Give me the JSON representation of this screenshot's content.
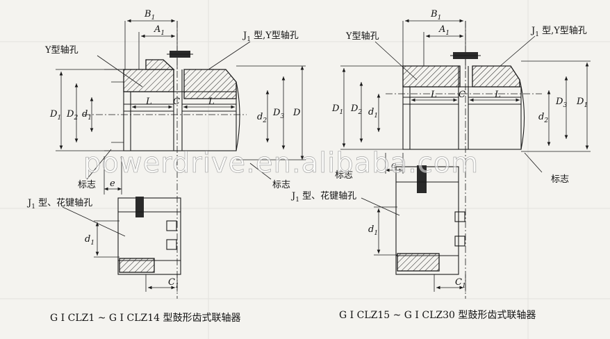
{
  "left_figure": {
    "dim_B1": "B",
    "dim_B1_sub": "1",
    "dim_A1": "A",
    "dim_A1_sub": "1",
    "label_y_bore": "Y型轴孔",
    "label_j1_y_bore": "J",
    "label_j1_y_bore_sub": "1",
    "label_j1_y_bore_rest": " 型,Y型轴孔",
    "dim_D1": "D",
    "dim_D1_sub": "1",
    "dim_D2": "D",
    "dim_D2_sub": "2",
    "dim_d1": "d",
    "dim_d1_sub": "1",
    "dim_L_left": "L",
    "dim_C": "C",
    "dim_L_right": "L",
    "dim_d2": "d",
    "dim_d2_sub": "2",
    "dim_D3": "D",
    "dim_D3_sub": "3",
    "dim_D": "D",
    "label_mark_left": "标志",
    "dim_e": "e",
    "label_mark_right": "标志",
    "label_j1_spline": "J",
    "label_j1_spline_sub": "1",
    "label_j1_spline_rest": " 型、花键轴孔",
    "dim_d1_lower": "d",
    "dim_d1_lower_sub": "1",
    "dim_C1": "C",
    "dim_C1_sub": "1",
    "caption": "G Ⅰ CLZ1 ~ G Ⅰ CLZ14 型鼓形齿式联轴器"
  },
  "right_figure": {
    "dim_B1": "B",
    "dim_B1_sub": "1",
    "dim_A1": "A",
    "dim_A1_sub": "1",
    "label_y_bore": "Y型轴孔",
    "label_j1_y_bore": "J",
    "label_j1_y_bore_sub": "1",
    "label_j1_y_bore_rest": " 型,Y型轴孔",
    "dim_D1_left": "D",
    "dim_D1_left_sub": "1",
    "dim_D2": "D",
    "dim_D2_sub": "2",
    "dim_d1": "d",
    "dim_d1_sub": "1",
    "dim_L_left": "L",
    "dim_C": "C",
    "dim_L_right": "L",
    "dim_d2": "d",
    "dim_d2_sub": "2",
    "dim_D3": "D",
    "dim_D3_sub": "3",
    "dim_D1_right": "D",
    "dim_D1_right_sub": "1",
    "label_mark_left": "标志",
    "dim_e": "e",
    "label_mark_right": "标志",
    "label_j1_spline": "J",
    "label_j1_spline_sub": "1",
    "label_j1_spline_rest": " 型、花键轴孔",
    "dim_d1_lower": "d",
    "dim_d1_lower_sub": "1",
    "dim_C1": "C",
    "dim_C1_sub": "1",
    "caption": "G Ⅰ CLZ15 ~ G Ⅰ CLZ30 型鼓形齿式联轴器"
  },
  "watermark": "powerdrive.en.alibaba.com"
}
